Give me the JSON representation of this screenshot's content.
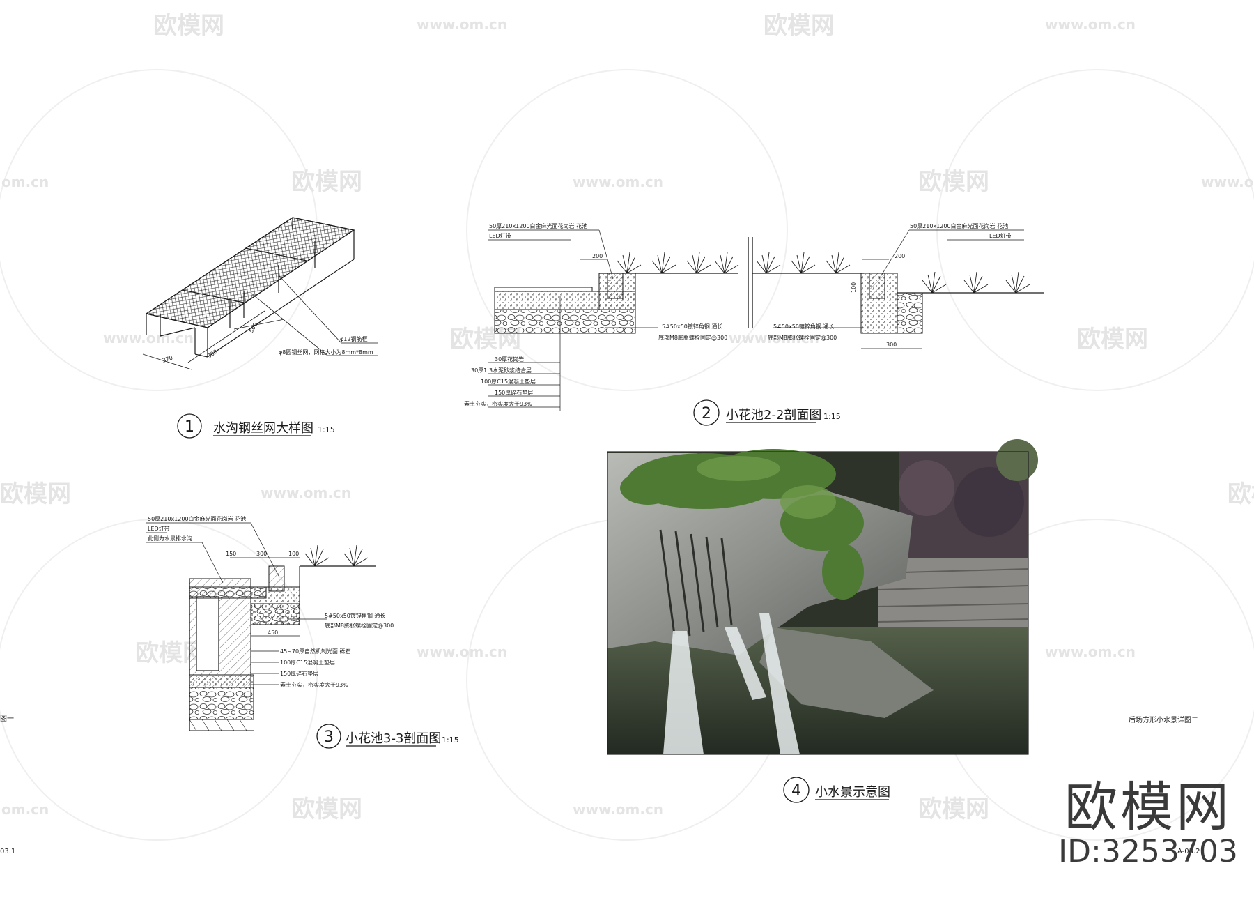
{
  "watermark": {
    "logo_text": "欧模网",
    "url_text": "www.om.cn",
    "url_partial": "om.cn",
    "logo_partial": "欧模网"
  },
  "brand": {
    "logo_text": "欧模网",
    "id_text": "ID:3253703"
  },
  "colors": {
    "line": "#1a1a1a",
    "watermark": "#d0d0d0",
    "rock": "#8f918d",
    "water": "#3f4a3a",
    "foliage": "#4f7a34"
  },
  "figures": [
    {
      "number": "1",
      "title": "水沟钢丝网大样图",
      "scale": "1:15",
      "labels": {
        "rebar": "φ12钢筋框",
        "mesh": "φ8圆钢丝网，网格大小为8mm*8mm",
        "dim_a": "370",
        "dim_b": "300",
        "dim_c": "500"
      }
    },
    {
      "number": "2",
      "title": "小花池2-2剖面图",
      "scale": "1:15",
      "labels": {
        "top_left_1": "50厚210x1200白金麻光面花岗岩 花池",
        "top_left_2": "LED灯带",
        "top_right_1": "50厚210x1200白金麻光面花岗岩 花池",
        "top_right_2": "LED灯带",
        "angle_left": "5#50x50镀锌角钢 通长",
        "anchor_left": "底部M8膨胀螺栓固定@300",
        "angle_right": "5#50x50镀锌角钢 通长",
        "anchor_right": "底部M8膨胀螺栓固定@300",
        "dim_top_left": "200",
        "dim_top_right": "200",
        "dim_bottom": "300",
        "dim_side": "100",
        "layers": [
          "30厚花岗岩",
          "30厚1:3水泥砂浆结合层",
          "100厚C15混凝土垫层",
          "150厚碎石垫层",
          "素土夯实，密实度大于93%"
        ]
      }
    },
    {
      "number": "3",
      "title": "小花池3-3剖面图",
      "scale": "1:15",
      "labels": {
        "top_1": "50厚210x1200白金麻光面花岗岩 花池",
        "top_2": "LED灯带",
        "top_3": "此侧为水景排水沟",
        "angle": "5#50x50镀锌角钢 通长",
        "anchor": "底部M8膨胀螺栓固定@300",
        "dim_1": "150",
        "dim_2": "300",
        "dim_3": "100",
        "dim_4": "450",
        "layers": [
          "45~70厚自然机制光面 砾石",
          "100厚C15混凝土垫层",
          "150厚碎石垫层",
          "素土夯实，密实度大于93%"
        ]
      }
    },
    {
      "number": "4",
      "title": "小水景示意图",
      "scale": ""
    }
  ],
  "sheet": {
    "right_title": "后场方形小水景详图二",
    "left_title_partial": "图一",
    "left_code_partial": "03.1",
    "right_code": "A-03.2"
  }
}
